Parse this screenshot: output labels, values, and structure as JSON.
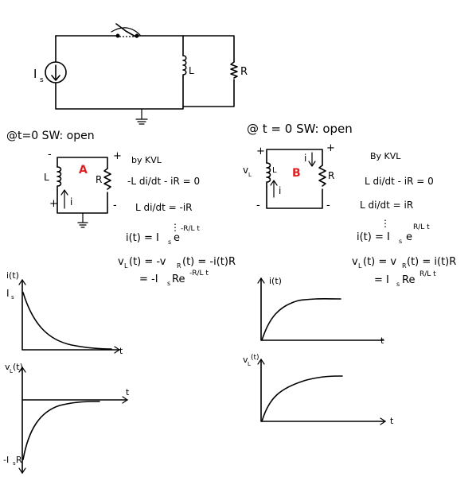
{
  "top_circuit": {
    "source_label": "I",
    "source_sub": "s",
    "inductor_label": "L",
    "resistor_label": "R"
  },
  "left": {
    "heading": "@t=0 SW: open",
    "circuit": {
      "name": "A",
      "name_color": "#e02020",
      "inductor_label": "L",
      "resistor_label": "R",
      "current_label": "i",
      "sign_top_left": "-",
      "sign_top_right": "+",
      "sign_bottom_left": "+",
      "sign_bottom_right": "-"
    },
    "kvl_label": "by KVL",
    "eq1": "-L di/dt - iR = 0",
    "eq2": "L di/dt = -iR",
    "dots": "⋮",
    "eq3_lhs": "i(t) = I",
    "eq3_sub": "s",
    "eq3_e": "e",
    "eq3_exp": "-R/L t",
    "eq4": "v",
    "eq4_sub": "L",
    "eq4_rest": "(t) = -v",
    "eq4_sub2": "R",
    "eq4_rest2": "(t) = -i(t)R",
    "eq5": "= -I",
    "eq5_sub": "s",
    "eq5_rest": "Re",
    "eq5_exp": "-R/L t",
    "graph1": {
      "ylabel": "i(t)",
      "y0_label": "I",
      "y0_sub": "s",
      "xlabel": "t"
    },
    "graph2": {
      "ylabel": "v",
      "ylabel_sub": "L",
      "ylabel_rest": "(t)",
      "ymin_label": "-I",
      "ymin_sub": "s",
      "ymin_rest": "R",
      "xlabel": "t"
    }
  },
  "right": {
    "heading": "@ t = 0 SW: open",
    "circuit": {
      "name": "B",
      "name_color": "#e02020",
      "voltage_label": "v",
      "voltage_sub": "L",
      "inductor_label": "L",
      "resistor_label": "R",
      "current_label_left": "i",
      "current_label_right": "i",
      "sign_top_left": "+",
      "sign_top_right": "+",
      "sign_bottom_left": "-",
      "sign_bottom_right": "-"
    },
    "kvl_label": "By KVL",
    "eq1": "L di/dt - iR = 0",
    "eq2": "L di/dt = iR",
    "dots": "⋮",
    "eq3_lhs": "i(t) = I",
    "eq3_sub": "s",
    "eq3_e": "e",
    "eq3_exp": "R/L t",
    "eq4": "v",
    "eq4_sub": "L",
    "eq4_rest": "(t) = v",
    "eq4_sub2": "R",
    "eq4_rest2": "(t) = i(t)R",
    "eq5": "= I",
    "eq5_sub": "s",
    "eq5_rest": "Re",
    "eq5_exp": "R/L t",
    "graph1": {
      "ylabel": "i(t)",
      "xlabel": "t"
    },
    "graph2": {
      "ylabel": "v",
      "ylabel_sub": "L",
      "ylabel_rest": "(t)",
      "xlabel": "t"
    }
  }
}
